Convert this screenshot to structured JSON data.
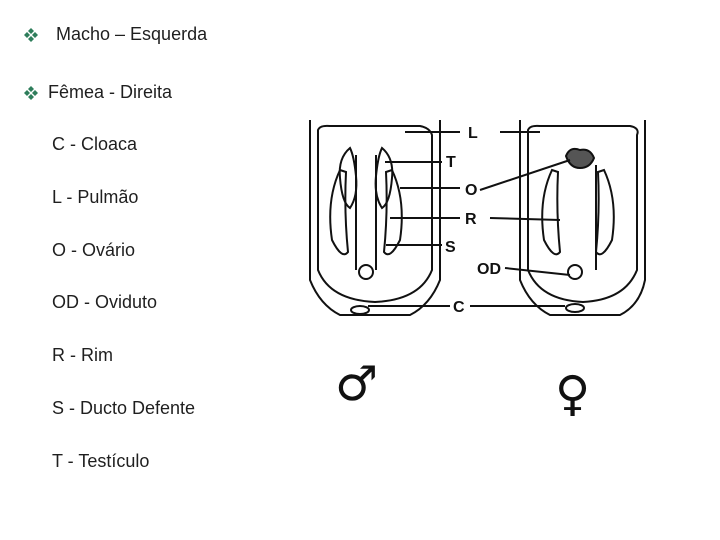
{
  "bullets": [
    {
      "text": "Macho – Esquerda"
    },
    {
      "text": "Fêmea - Direita"
    }
  ],
  "legend": [
    "C - Cloaca",
    "L - Pulmão",
    "O - Ovário",
    "OD - Oviduto",
    "R - Rim",
    "S - Ducto Defente",
    "T - Testículo"
  ],
  "figure": {
    "labels": {
      "L": "L",
      "T": "T",
      "O": "O",
      "R": "R",
      "S": "S",
      "OD": "OD",
      "C": "C"
    },
    "male_symbol": "♂",
    "female_symbol": "♀"
  },
  "colors": {
    "bullet": "#2e7d5b",
    "text": "#1f1f1f",
    "ink": "#111111"
  }
}
